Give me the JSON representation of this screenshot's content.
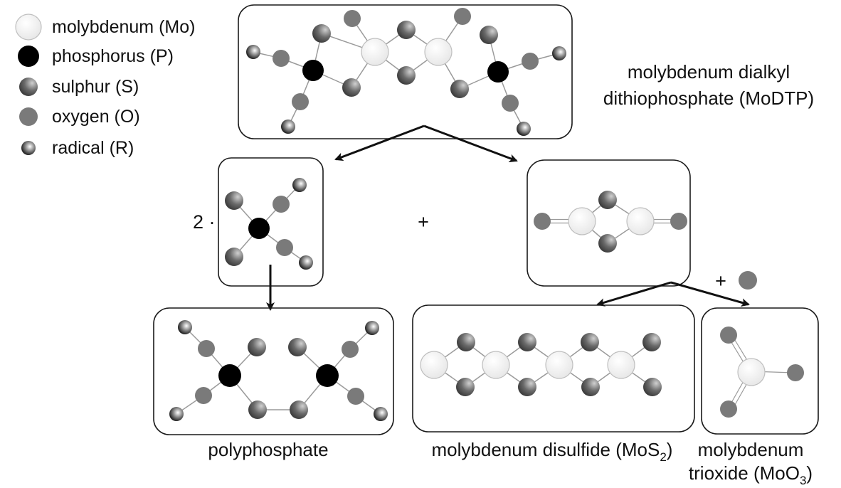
{
  "legend": {
    "molybdenum": "molybdenum (Mo)",
    "phosphorus": "phosphorus (P)",
    "sulphur": "sulphur (S)",
    "oxygen": "oxygen (O)",
    "radical": "radical (R)"
  },
  "labels": {
    "modtp_line1": "molybdenum dialkyl",
    "modtp_line2": "dithiophosphate (MoDTP)",
    "polyphosphate": "polyphosphate",
    "mos2_prefix": "molybdenum disulfide (MoS",
    "mos2_sub": "2",
    "mos2_suffix": ")",
    "moo3_line1": "molybdenum",
    "moo3_prefix": "trioxide (MoO",
    "moo3_sub": "3",
    "moo3_suffix": ")"
  },
  "operators": {
    "coefficient": "2 ·",
    "plus_middle": "+",
    "plus_oxygen": "+"
  },
  "colors": {
    "molybdenum": "#f2f2f2",
    "phosphorus": "#000000",
    "sulphur": "#6e6e6e",
    "oxygen": "#7a7a7a",
    "radical": "#3a3a3a",
    "bond": "#9a9a9a"
  }
}
